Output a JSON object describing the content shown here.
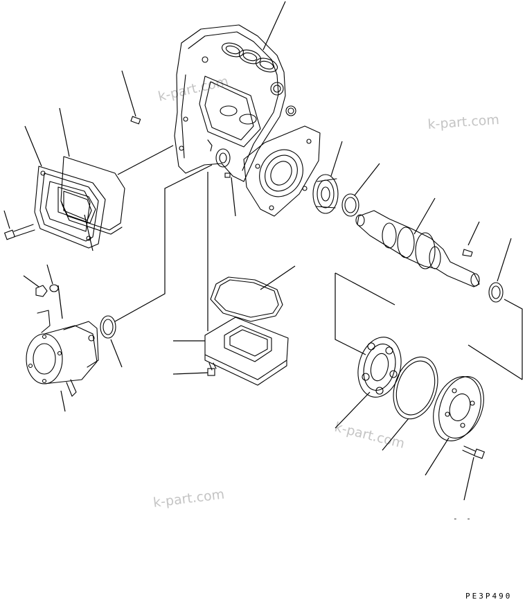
{
  "watermarks": [
    "k-part.com",
    "k-part.com",
    "k-part.com",
    "k-part.com"
  ],
  "drawing_code": "PE3P490",
  "dash_mark": "- -"
}
